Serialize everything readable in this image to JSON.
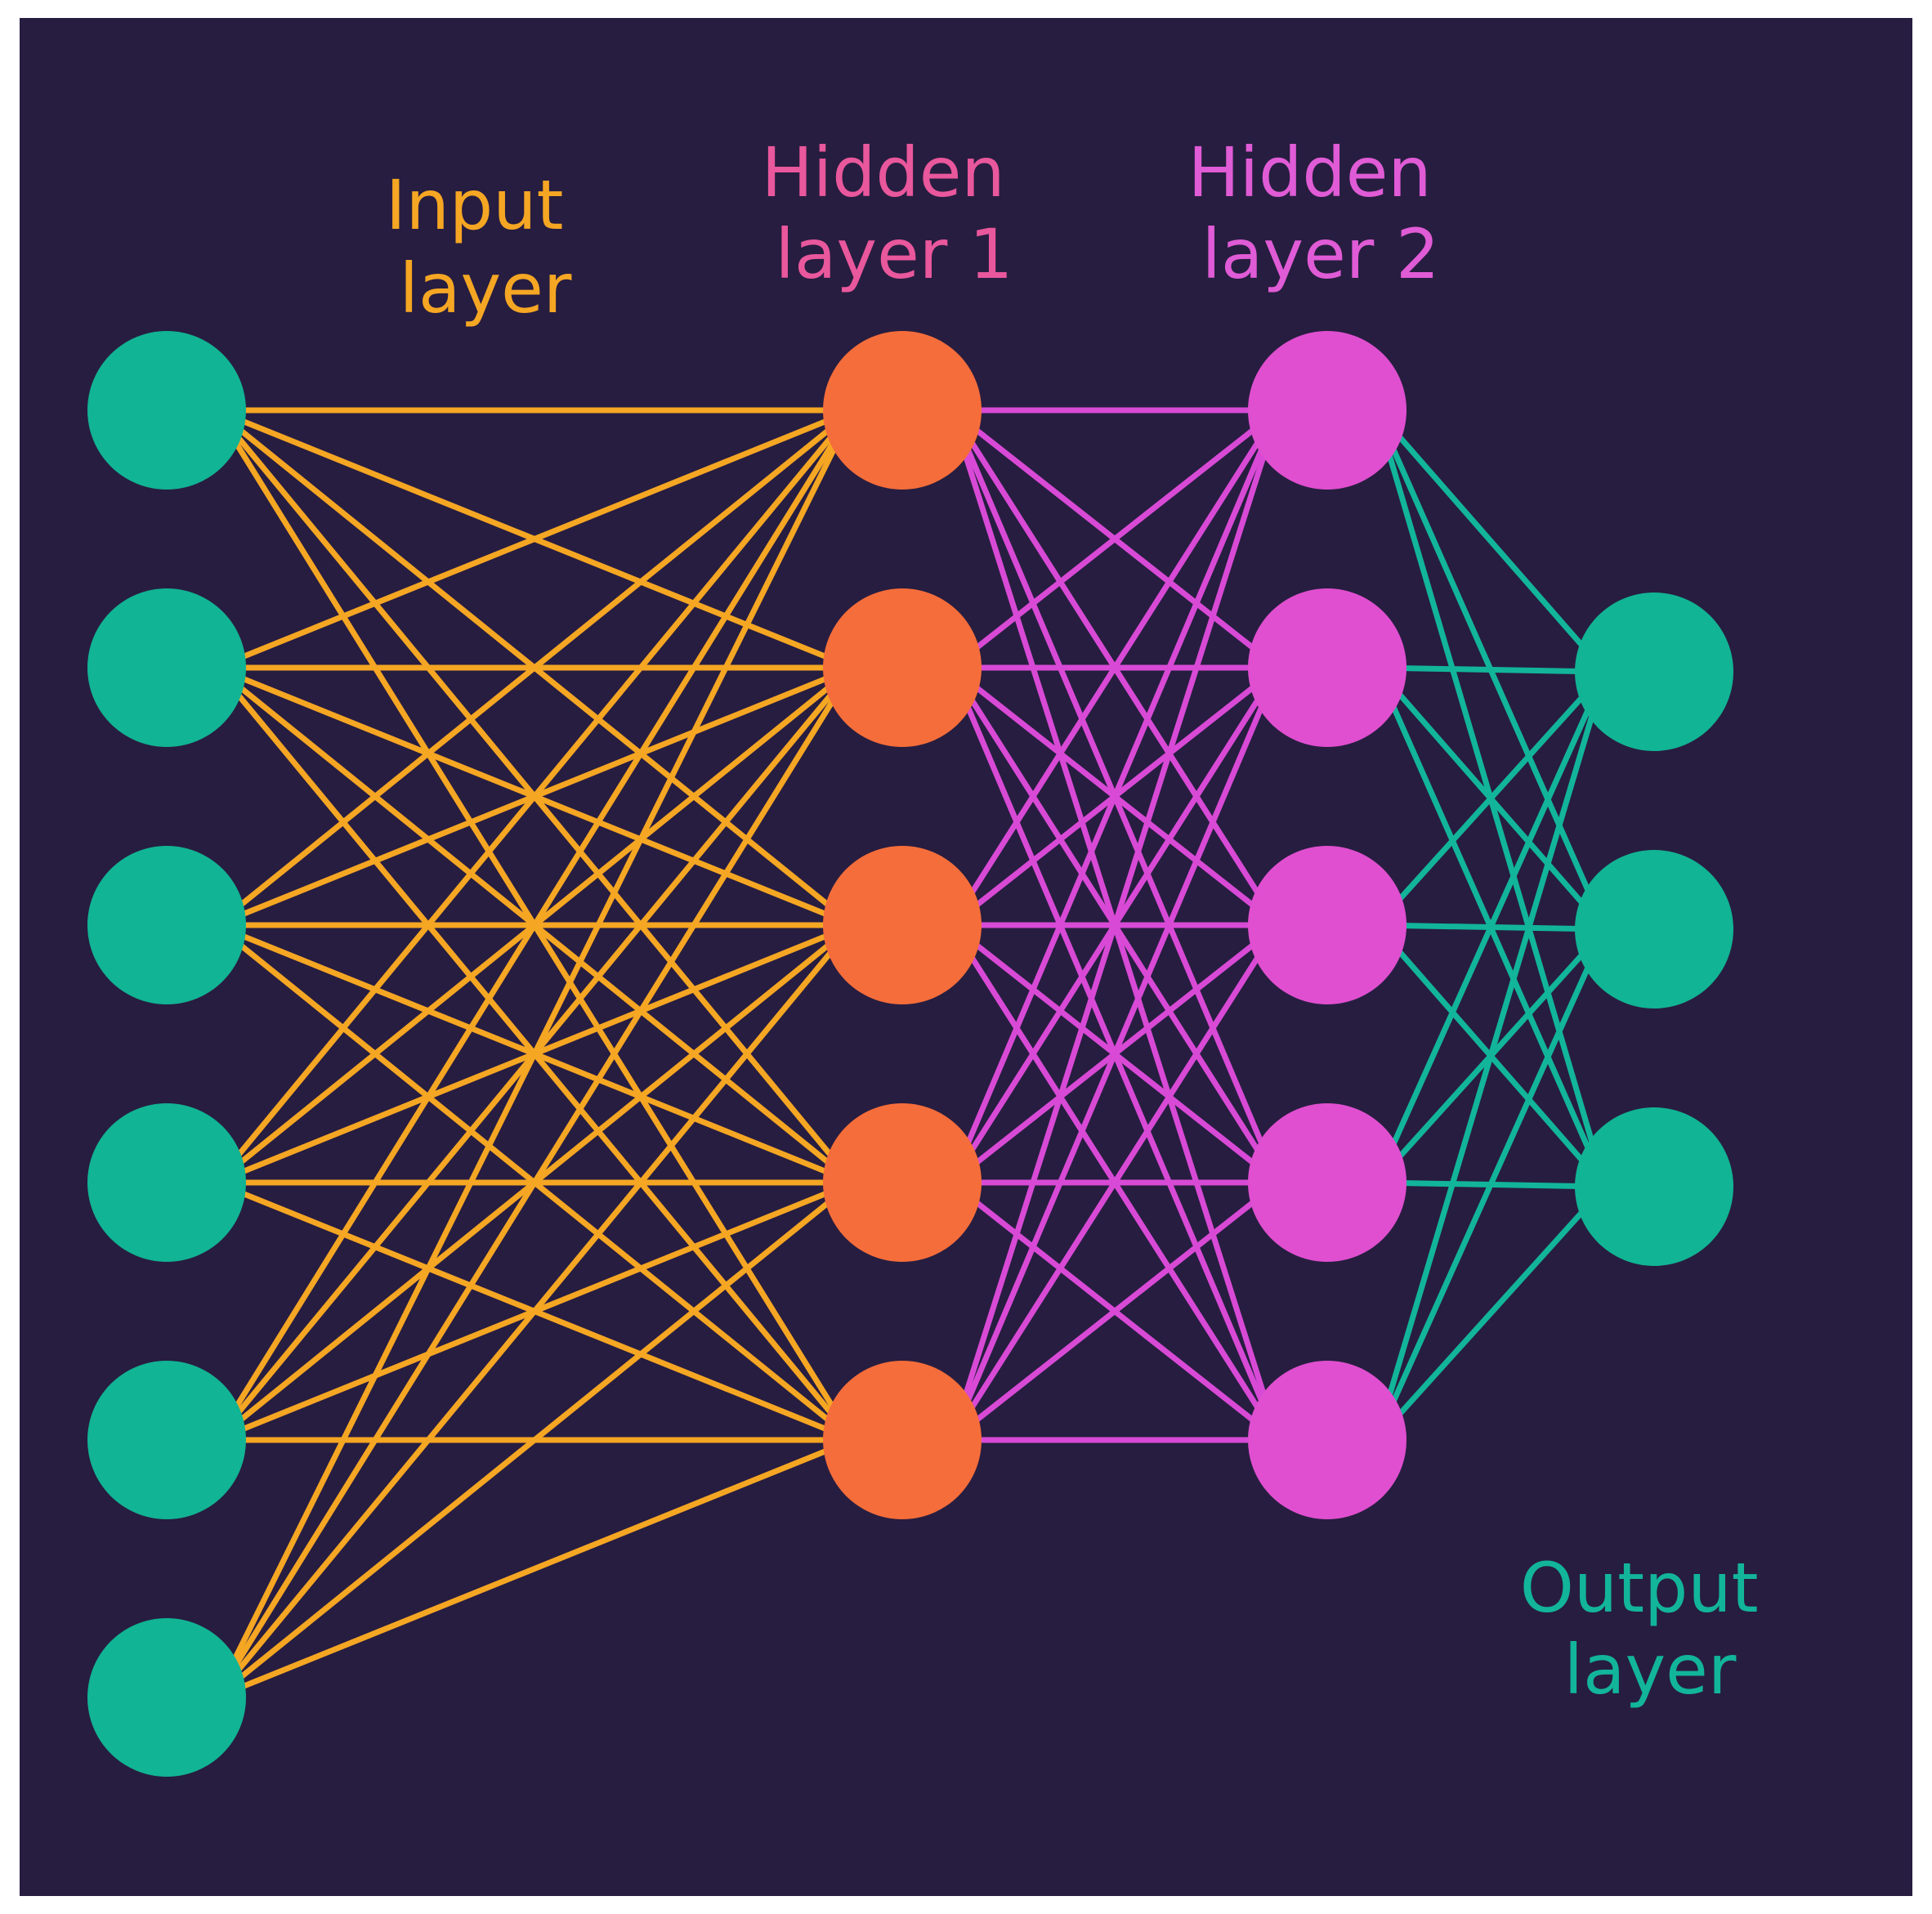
{
  "labels": {
    "input": [
      "Input",
      "layer"
    ],
    "hidden1": [
      "Hidden",
      "layer 1"
    ],
    "hidden2": [
      "Hidden",
      "layer 2"
    ],
    "output": [
      "Output",
      "layer"
    ]
  },
  "colors": {
    "background": "#271d40",
    "input_nodes": "#11b494",
    "output_nodes": "#11b494",
    "hidden1_nodes": "#f56d3a",
    "hidden2_nodes": "#e04fd0",
    "input_edges": "#f5a623",
    "hidden_edges": "#d84ad6",
    "output_edges": "#12b59a",
    "input_label": "#f5a623",
    "hidden1_label": "#e9579c",
    "hidden2_label": "#e05bd6",
    "output_label": "#12b59a"
  },
  "network": {
    "layers": [
      {
        "name": "input",
        "nodes": 6
      },
      {
        "name": "hidden1",
        "nodes": 5
      },
      {
        "name": "hidden2",
        "nodes": 5
      },
      {
        "name": "output",
        "nodes": 3
      }
    ],
    "connections": "fully-connected"
  }
}
